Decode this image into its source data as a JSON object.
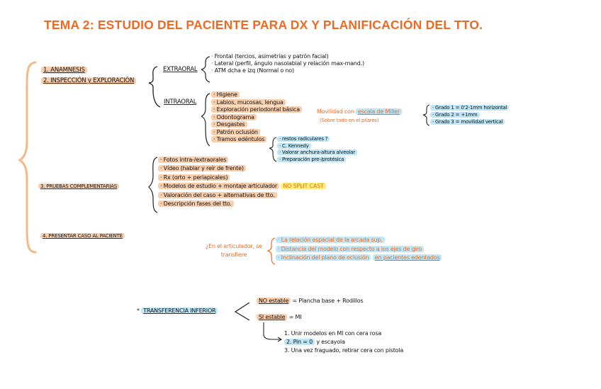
{
  "title": "TEMA 2: ESTUDIO DEL PACIENTE PARA DX Y PLANIFICACIÓN DEL TTO.",
  "sections": {
    "anamnesis": "1. ANAMNESIS",
    "inspeccion": "2. INSPECCIÓN y EXPLORACIÓN",
    "pruebas": "3. PRUEBAS COMPLEMENTARIAS",
    "presentar": "4. PRESENTAR CASO AL PACIENTE"
  },
  "extraoral": {
    "label": "EXTRAORAL",
    "items": [
      "· Frontal (tercios, asimetrías y patrón facial)",
      "· Lateral (perfil, ángulo nasolabial y relación max-mand.)",
      "· ATM dcha e izq (Normal o no)"
    ]
  },
  "intraoral": {
    "label": "INTRAORAL",
    "items": [
      "· Higiene",
      "· Labios, mucosas, lengua",
      "· Exploración periodontal básica",
      "· Odontograma",
      "· Desgastes",
      "· Patrón oclusión",
      "· Tramos edéntulos"
    ],
    "movilidad_prefix": "Movilidad con",
    "movilidad_scale": "escala de Miller",
    "movilidad_note": "(Sobre todo en el pilares)",
    "grados": [
      "· Grado 1 = 0'2-1mm horizontal",
      "· Grado 2 = +1mm",
      "· Grado 3 = movilidad vertical"
    ],
    "edentulos": [
      "· restos radiculares ?",
      "· C. Kennedy",
      "· Valorar anchura-altura alveolar",
      "· Preparación pre-/protésica"
    ]
  },
  "pruebas": {
    "items": [
      "· Fotos intra-/extraorales",
      "· Vídeo (hablar y reír de frente)",
      "· Rx (orto + periapicales)",
      "· Modelos de estudio + montaje articulador",
      "· Valoración del caso + alternativas de tto.",
      "· Descripción fases del tto."
    ],
    "no_split_cast": "NO SPLIT CAST"
  },
  "articulador": {
    "question": "¿En el articulador, se transfiere",
    "items": [
      "· La relación espacial de la arcada sup.",
      "· Distancia del modelo con respecto a los ejes de giro",
      "· Inclinación del plano de oclusión",
      "en pacientes edentados"
    ]
  },
  "transferencia": {
    "label": "TRANSFERENCIA INFERIOR",
    "star": "*",
    "no_estable": "NO estable",
    "no_estable_result": "= Plancha base + Rodillos",
    "si_estable": "SI estable",
    "si_estable_result": "= MI",
    "steps": [
      "1. Unir modelos en MI con cera rosa",
      "2. Pin = 0",
      "y escayola",
      "3. Una vez fraguado, retirar cera con pistola"
    ]
  }
}
